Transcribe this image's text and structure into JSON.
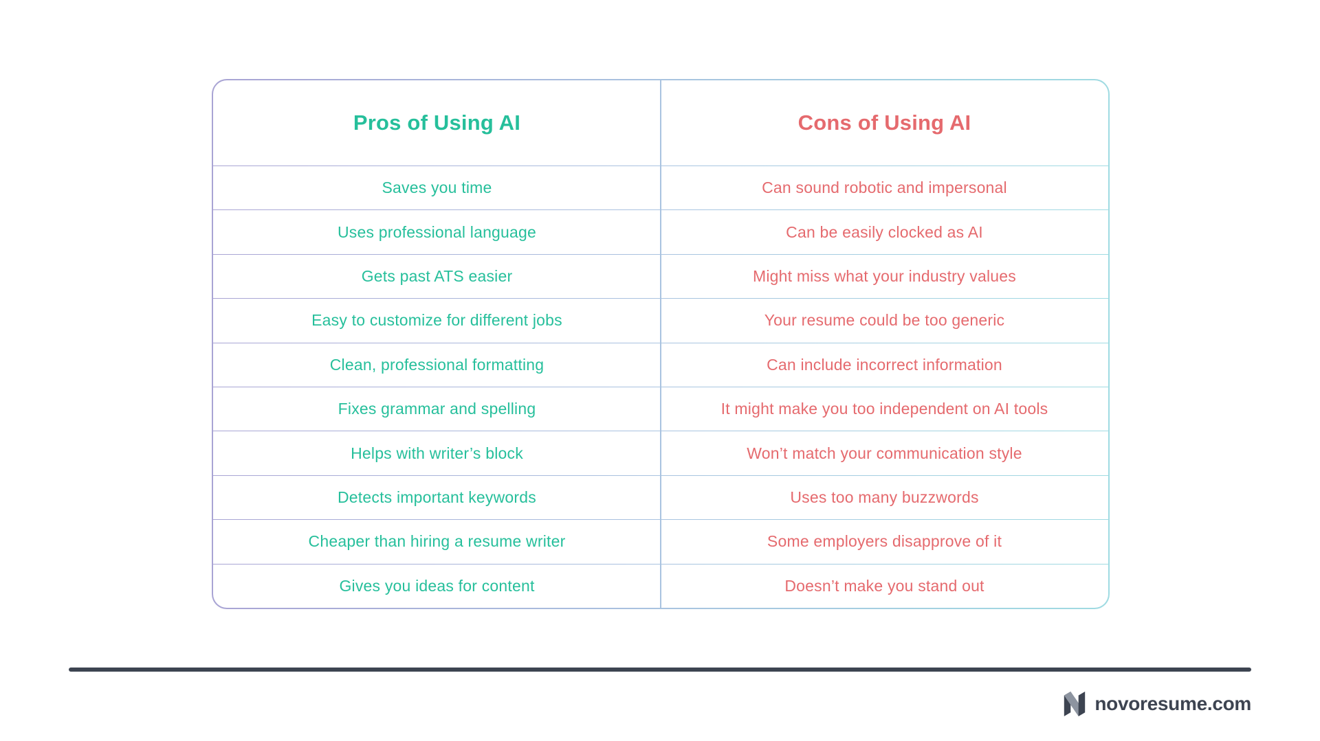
{
  "table": {
    "pros_header": "Pros of Using AI",
    "cons_header": "Cons of Using AI",
    "rows": [
      {
        "pro": "Saves you time",
        "con": "Can sound robotic and impersonal"
      },
      {
        "pro": "Uses professional language",
        "con": "Can be easily clocked as AI"
      },
      {
        "pro": "Gets past ATS easier",
        "con": "Might miss what your industry values"
      },
      {
        "pro": "Easy to customize for different jobs",
        "con": "Your resume could be too generic"
      },
      {
        "pro": "Clean, professional formatting",
        "con": "Can include incorrect information"
      },
      {
        "pro": "Fixes grammar and spelling",
        "con": "It might make you too independent on AI tools"
      },
      {
        "pro": "Helps with writer’s block",
        "con": "Won’t match your communication style"
      },
      {
        "pro": "Detects important keywords",
        "con": "Uses too many buzzwords"
      },
      {
        "pro": "Cheaper than hiring a resume writer",
        "con": "Some employers disapprove of it"
      },
      {
        "pro": "Gives you ideas for content",
        "con": "Doesn’t make you stand out"
      }
    ]
  },
  "footer": {
    "brand": "novoresume.com"
  },
  "colors": {
    "pros": "#26bf9b",
    "cons": "#e56a6e",
    "border_left": "#a9a4d4",
    "border_mid": "#a9c3e0",
    "border_right": "#9fdbe2",
    "footer": "#3d4451",
    "logo_diag": "#8d94a0"
  }
}
